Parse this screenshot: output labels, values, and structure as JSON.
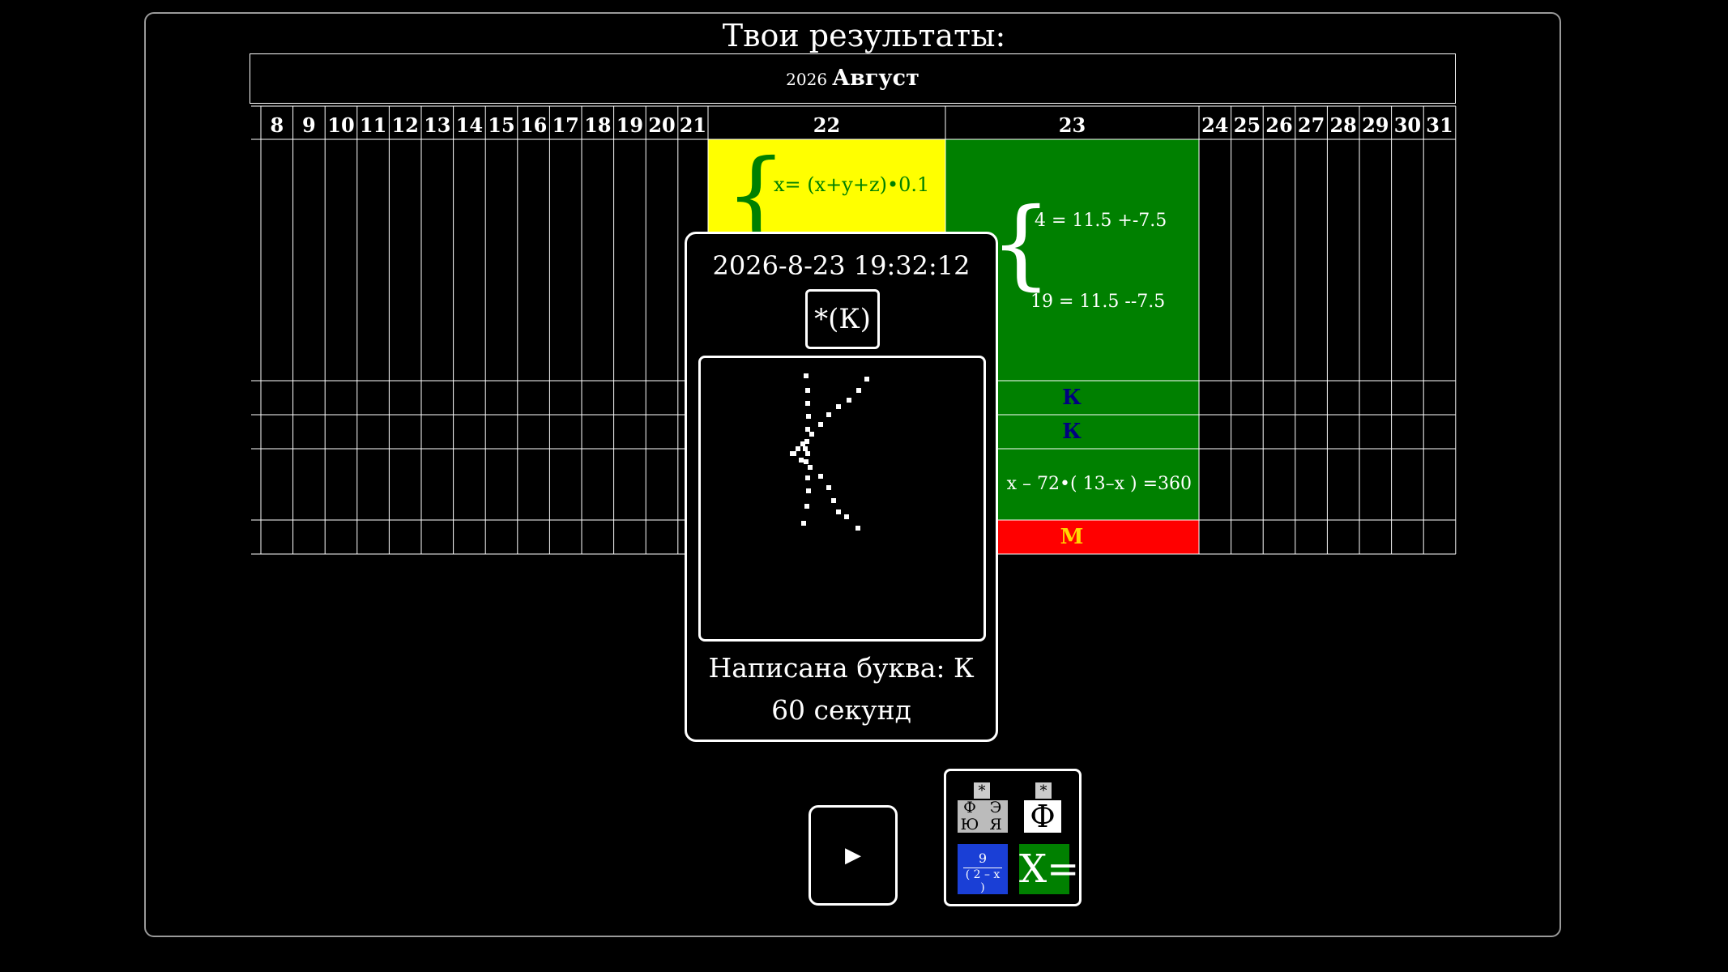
{
  "title": "Твои результаты:",
  "calendar": {
    "year": "2026",
    "month": "Август",
    "days": [
      "8",
      "9",
      "10",
      "11",
      "12",
      "13",
      "14",
      "15",
      "16",
      "17",
      "18",
      "19",
      "20",
      "21",
      "22",
      "23",
      "24",
      "25",
      "26",
      "27",
      "28",
      "29",
      "30",
      "31"
    ]
  },
  "day22": {
    "equation": "x= (x+y+z)•0.1",
    "color": "#ffff00"
  },
  "day23": {
    "eq1": "4 = 11.5 +-7.5",
    "eq2": "19 = 11.5 --7.5",
    "row2": "К",
    "row3": "К",
    "row4": "x – 72•( 13–x ) =360",
    "row5": "М",
    "colors": {
      "green": "#008000",
      "red": "#ff0000",
      "letter": "#000080",
      "m": "#ffd700"
    }
  },
  "popup": {
    "datetime": "2026-8-23 19:32:12",
    "code": "*(К)",
    "letter_text": "Написана буква: К",
    "time_text": "60 секунд"
  },
  "play": {
    "label": "▶"
  },
  "modes": {
    "tile1": {
      "star": "*",
      "cells": [
        "Ф",
        "Э",
        "Ю",
        "Я"
      ]
    },
    "tile2": {
      "star": "*",
      "glyph": "Ф"
    },
    "tile3": {
      "num": "9",
      "den": "( 2 – x )",
      "color": "#1a3fd6"
    },
    "tile4": {
      "text": "X=",
      "color": "#008000"
    }
  }
}
